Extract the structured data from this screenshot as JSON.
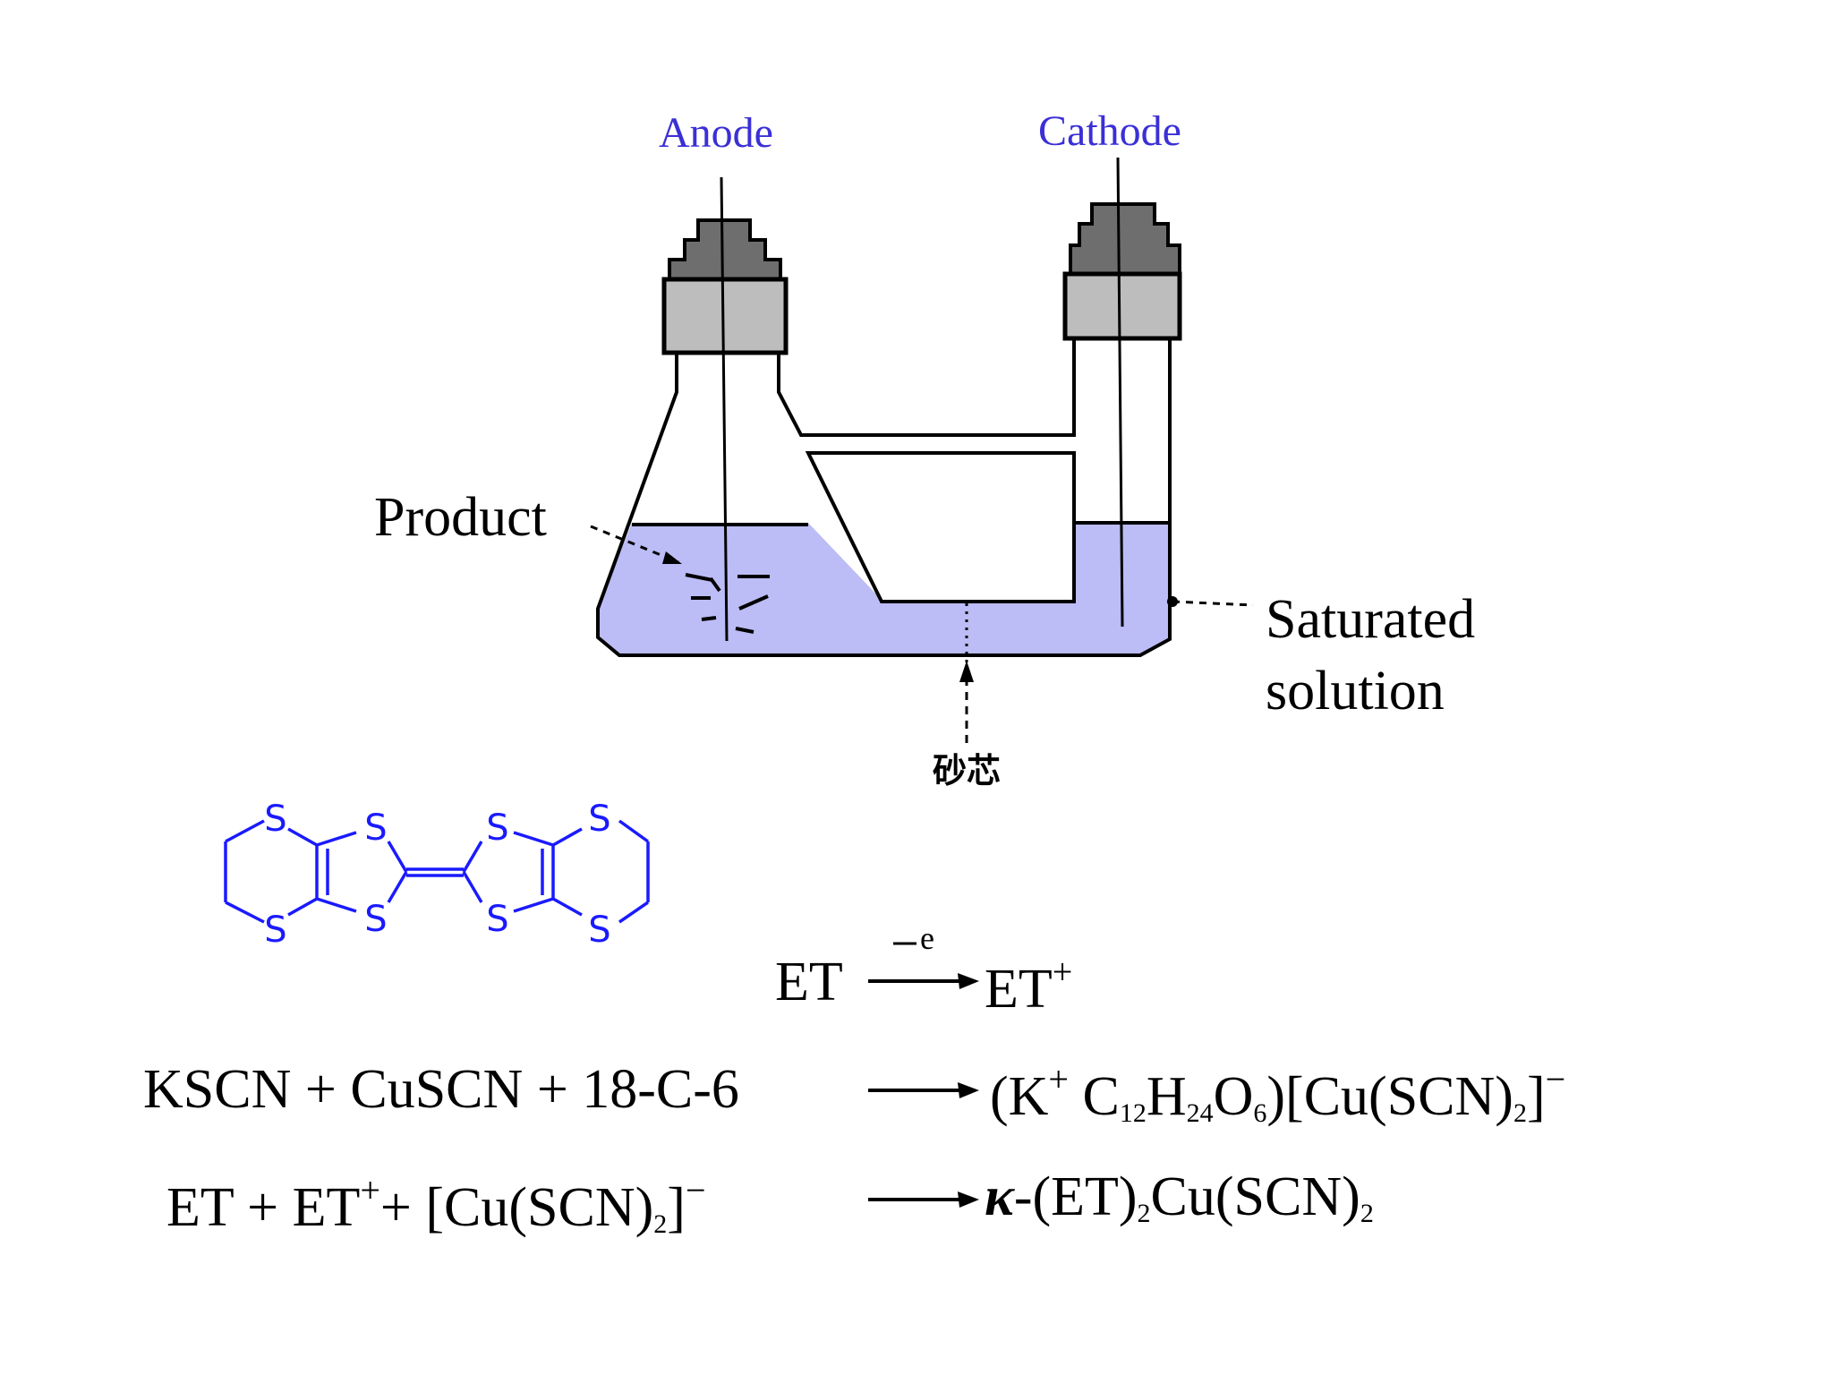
{
  "apparatus": {
    "anode_label": "Anode",
    "cathode_label": "Cathode",
    "product_label": "Product",
    "saturated_label_line1": "Saturated",
    "saturated_label_line2": "solution",
    "frit_label": "砂芯"
  },
  "molecule": {
    "sulfur_symbol": "S"
  },
  "equations": {
    "eq1": {
      "reactant": "ET",
      "arrow_label": "− e",
      "product_base": "ET",
      "product_charge": "+"
    },
    "eq2": {
      "lhs": "KSCN + CuSCN + 18-C-6",
      "p_open": "(K",
      "p_plus": "+",
      "p_c": " C",
      "p_c_sub": "12",
      "p_h": "H",
      "p_h_sub": "24",
      "p_o": "O",
      "p_o_sub": "6",
      "p_mid": ")[Cu(SCN)",
      "p_sub2": "2",
      "p_close": "]",
      "p_minus": "−"
    },
    "eq3": {
      "l_et": "ET + ET",
      "l_plus": "+",
      "l_rest": "+ [Cu(SCN)",
      "l_sub2": "2",
      "l_close": "]",
      "l_minus": "−",
      "r_kappa": "κ",
      "r_a": "-(ET)",
      "r_sub2a": "2",
      "r_b": "Cu(SCN)",
      "r_sub2b": "2"
    }
  },
  "colors": {
    "label_blue": "#3b2fd6",
    "solution": "#bcbcf6",
    "cap_dark": "#6e6e6e",
    "cap_light": "#bdbdbd",
    "molecule_blue": "#1a1aff"
  }
}
